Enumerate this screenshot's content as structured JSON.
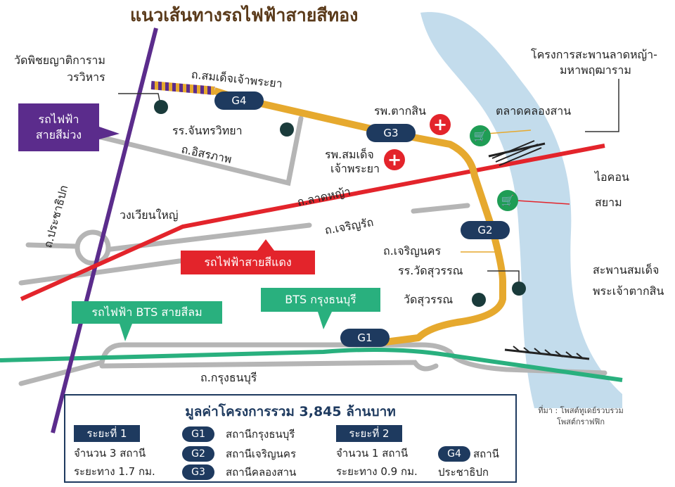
{
  "title": "แนวเส้นทางรถไฟฟ้าสายสีทอง",
  "colors": {
    "gold_line": "#e6a92e",
    "red_line": "#e3242b",
    "purple_line": "#5b2c8c",
    "green_line": "#29b07e",
    "river": "#c3dcec",
    "road": "#b5b5b5",
    "station": "#1e3a5f"
  },
  "stations": [
    {
      "id": "G1",
      "label": "G1"
    },
    {
      "id": "G2",
      "label": "G2"
    },
    {
      "id": "G3",
      "label": "G3"
    },
    {
      "id": "G4",
      "label": "G4"
    }
  ],
  "callouts": {
    "purple_line": [
      "รถไฟฟ้า",
      "สายสีม่วง"
    ],
    "red_line": "รถไฟฟ้าสายสีแดง",
    "bts_silom": "รถไฟฟ้า BTS สายสีลม",
    "bts_krungthonburi": "BTS กรุงธนบุรี"
  },
  "places": {
    "wat_phichaiyat": [
      "วัดพิชยญาติการาม",
      "วรวิหาร"
    ],
    "somdet_road": "ถ.สมเด็จเจ้าพระยา",
    "chanthawit_school": "รร.จันทรวิทยา",
    "issaraphap_road": "ถ.อิสรภาพ",
    "taksin_hospital": "รพ.ตากสิน",
    "somdet_hospital": [
      "รพ.สมเด็จ",
      "เจ้าพระยา"
    ],
    "khlong_san_market": "ตลาดคลองสาน",
    "lat_ya_bridge_project": [
      "โครงการสะพานลาดหญ้า-",
      "มหาพฤฒาราม"
    ],
    "iconsiam": [
      "ไอคอน",
      "สยาม"
    ],
    "lat_ya_road": "ถ.ลาดหญ้า",
    "wongwian_yai": "วงเวียนใหญ่",
    "charoen_rat_road": "ถ.เจริญรัถ",
    "prajadhipok_road": "ถ.ประชาธิปก",
    "charoen_nakhon_road": "ถ.เจริญนคร",
    "suwannaram_school": "รร.วัดสุวรรณ",
    "wat_suwannaram": "วัดสุวรรณ",
    "taksin_bridge": [
      "สะพานสมเด็จ",
      "พระเจ้าตากสิน"
    ],
    "krungthonburi_road": "ถ.กรุงธนบุรี"
  },
  "info_box": {
    "heading": "มูลค่าโครงการรวม 3,845 ล้านบาท",
    "phase1": {
      "label": "ระยะที่ 1",
      "stations_count": "จำนวน 3 สถานี",
      "distance": "ระยะทาง 1.7 กม."
    },
    "phase1_stations": [
      {
        "code": "G1",
        "name": "สถานีกรุงธนบุรี"
      },
      {
        "code": "G2",
        "name": "สถานีเจริญนคร"
      },
      {
        "code": "G3",
        "name": "สถานีคลองสาน"
      }
    ],
    "phase2": {
      "label": "ระยะที่ 2",
      "stations_count": "จำนวน 1 สถานี",
      "distance": "ระยะทาง 0.9 กม."
    },
    "phase2_station": {
      "code": "G4",
      "name_line1": "สถานี",
      "name_line2": "ประชาธิปก"
    }
  },
  "source": [
    "ที่มา : โพสต์ทูเดย์รวบรวม",
    "โพสต์กราฟฟิก"
  ]
}
